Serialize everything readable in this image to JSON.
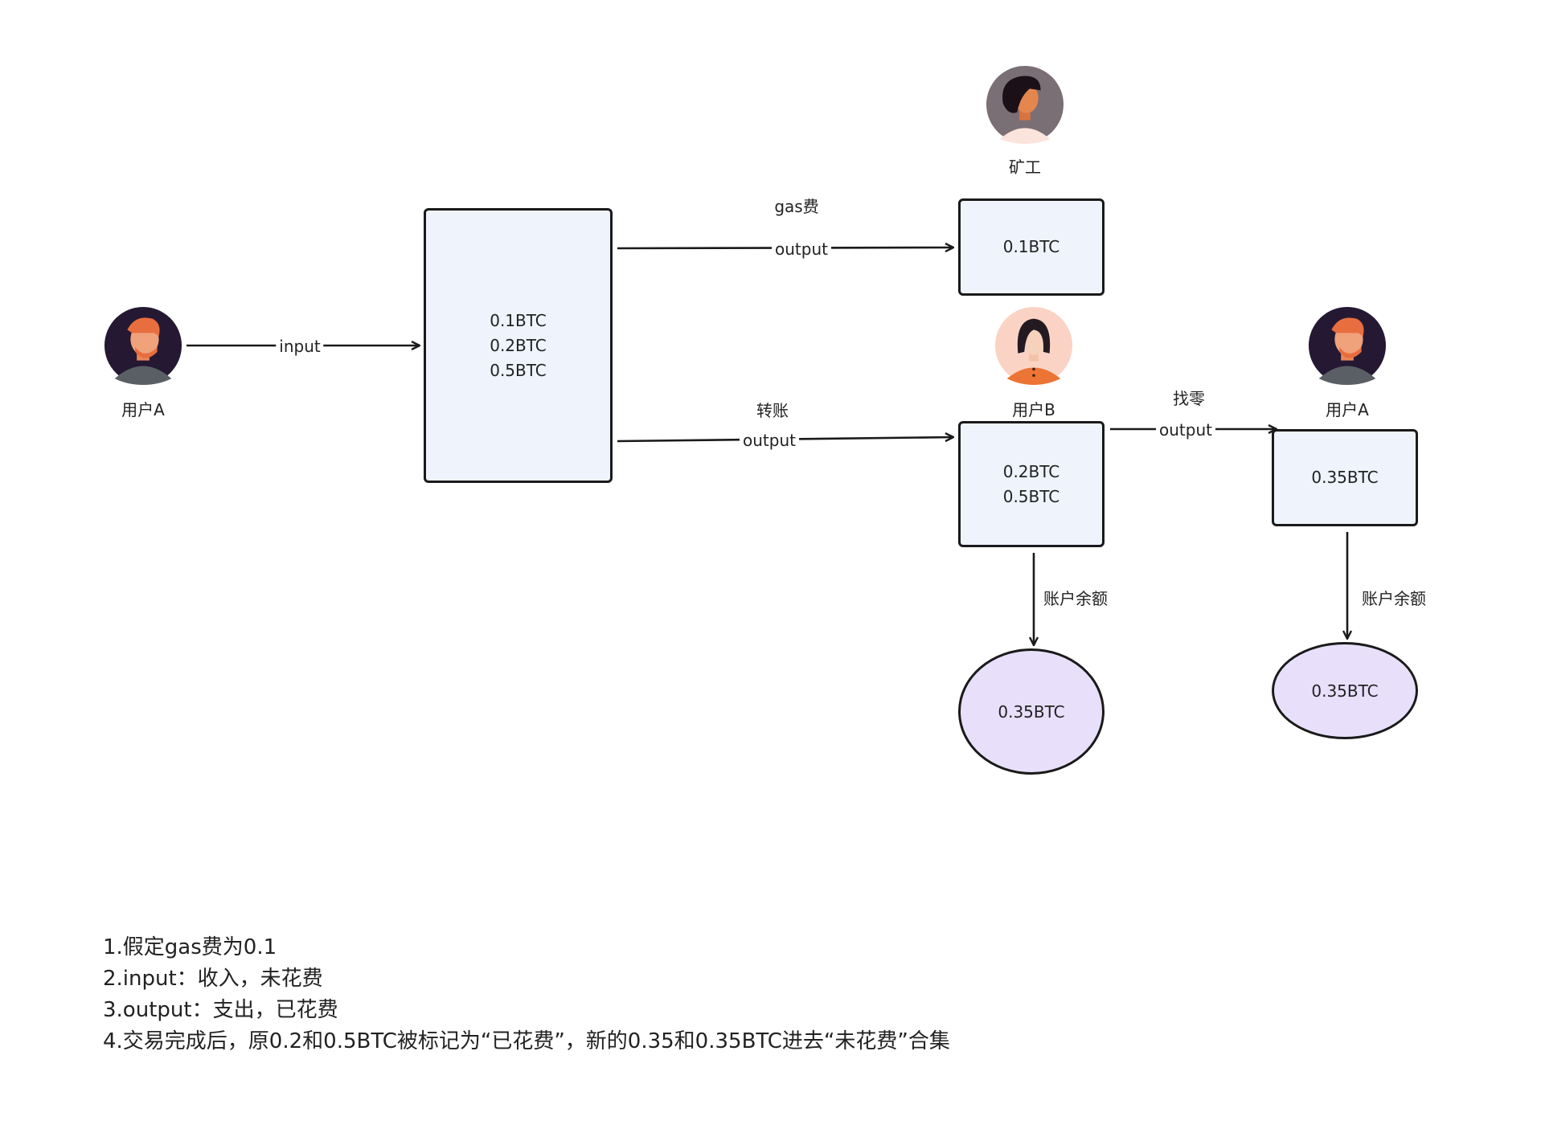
{
  "users": {
    "user_a_left": "用户A",
    "miner": "矿工",
    "user_b": "用户B",
    "user_a_right": "用户A"
  },
  "edges": {
    "input": "input",
    "gas_label": "gas费",
    "gas_output": "output",
    "transfer_label": "转账",
    "transfer_output": "output",
    "change_label": "找零",
    "change_output": "output",
    "balance_b": "账户余额",
    "balance_a": "账户余额"
  },
  "boxes": {
    "inputs": [
      "0.1BTC",
      "0.2BTC",
      "0.5BTC"
    ],
    "miner": [
      "0.1BTC"
    ],
    "user_b": [
      "0.2BTC",
      "0.5BTC"
    ],
    "user_a_change": [
      "0.35BTC"
    ]
  },
  "ellipses": {
    "user_b_balance": "0.35BTC",
    "user_a_balance": "0.35BTC"
  },
  "notes": [
    "1.假定gas费为0.1",
    "2.input：收入，未花费",
    "3.output：支出，已花费",
    "4.交易完成后，原0.2和0.5BTC被标记为“已花费”，新的0.35和0.35BTC进去“未花费”合集"
  ],
  "colors": {
    "box_fill": "#eef3fc",
    "ellipse_fill": "#e8e0fb",
    "stroke": "#1a1a1a"
  }
}
